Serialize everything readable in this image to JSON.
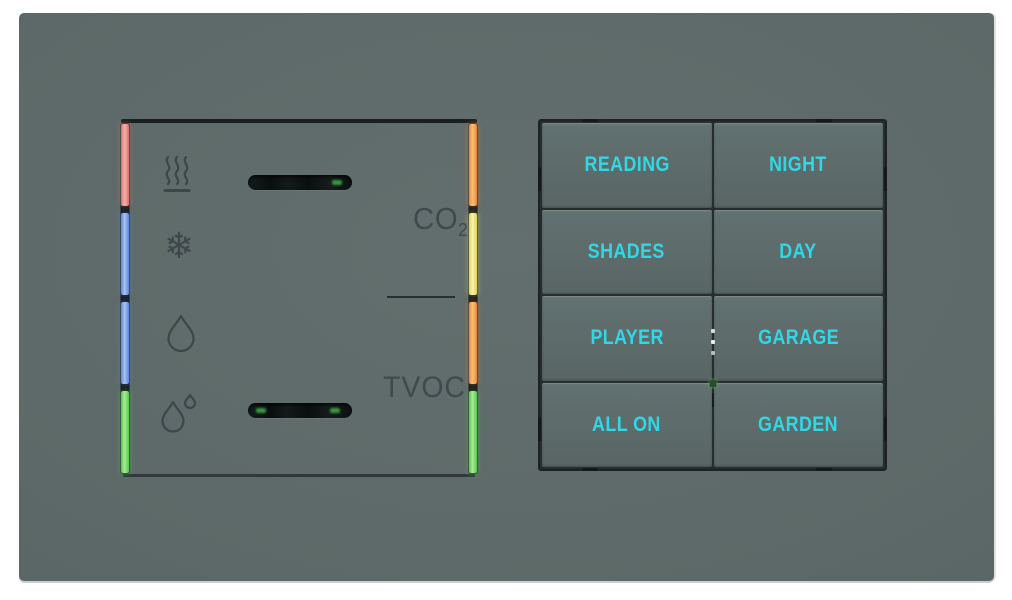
{
  "colors": {
    "wall": "#5d6968",
    "keypad_gap": "#262d2e",
    "button_face": "#5d6b6a",
    "accent": "#32d7e6",
    "icon": "#3d474a",
    "label": "#40494b",
    "slot_led": "#3fae4a",
    "dot": "#d5dad8"
  },
  "sensor_panel": {
    "co2_label": "CO",
    "co2_subscript": "2",
    "tvoc_label": "TVOC",
    "snowflake_glyph": "❄",
    "icons": [
      {
        "name": "heating-icon"
      },
      {
        "name": "cooling-snowflake-icon"
      },
      {
        "name": "dew-point-drop-icon"
      },
      {
        "name": "humidity-drops-icon"
      }
    ],
    "left_leds": [
      {
        "name": "red",
        "edge": "#d4736e",
        "center": "#f6b0a9"
      },
      {
        "name": "blue",
        "edge": "#5d86d8",
        "center": "#aac2f2"
      },
      {
        "name": "blue",
        "edge": "#5d86d8",
        "center": "#aac2f2"
      },
      {
        "name": "green",
        "edge": "#59c54f",
        "center": "#a5ee92"
      }
    ],
    "right_leds": [
      {
        "name": "orange",
        "edge": "#e8863a",
        "center": "#ffc077"
      },
      {
        "name": "yellow",
        "edge": "#e0d15c",
        "center": "#fbf3a6"
      },
      {
        "name": "orange",
        "edge": "#e8863a",
        "center": "#ffc077"
      },
      {
        "name": "green",
        "edge": "#59c54f",
        "center": "#a5ee92"
      }
    ]
  },
  "keypad": {
    "buttons": [
      {
        "label": "READING"
      },
      {
        "label": "NIGHT"
      },
      {
        "label": "SHADES"
      },
      {
        "label": "DAY"
      },
      {
        "label": "PLAYER"
      },
      {
        "label": "GARAGE"
      },
      {
        "label": "ALL ON"
      },
      {
        "label": "GARDEN"
      }
    ],
    "indicator_dot_count": 3
  }
}
